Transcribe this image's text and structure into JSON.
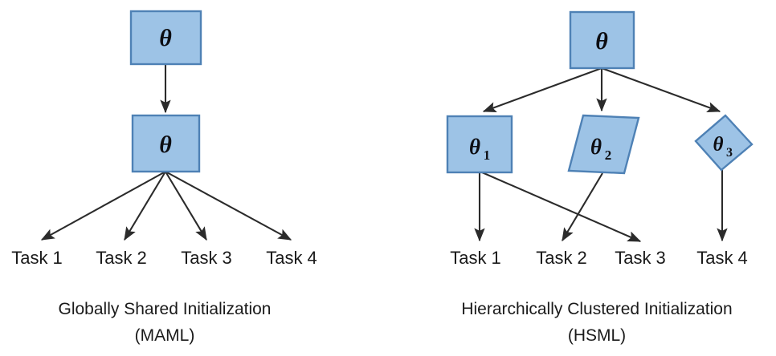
{
  "figure": {
    "background_color": "#ffffff",
    "node_fill": "#9DC3E6",
    "node_stroke": "#4E81B5",
    "edge_color": "#2b2b2b",
    "text_color": "#1a1a1a"
  },
  "panels": [
    {
      "id": "maml",
      "caption_line1": "Globally Shared Initialization",
      "caption_line2": "(MAML)",
      "nodes": [
        {
          "id": "theta-top",
          "label": "θ",
          "subscript": "",
          "shape": "rectangle"
        },
        {
          "id": "theta-mid",
          "label": "θ",
          "subscript": "",
          "shape": "rectangle"
        }
      ],
      "tasks": [
        "Task 1",
        "Task 2",
        "Task 3",
        "Task 4"
      ],
      "edges": [
        {
          "from": "theta-top",
          "to": "theta-mid"
        },
        {
          "from": "theta-mid",
          "to": "Task 1"
        },
        {
          "from": "theta-mid",
          "to": "Task 2"
        },
        {
          "from": "theta-mid",
          "to": "Task 3"
        },
        {
          "from": "theta-mid",
          "to": "Task 4"
        }
      ]
    },
    {
      "id": "hsml",
      "caption_line1": "Hierarchically Clustered Initialization",
      "caption_line2": "(HSML)",
      "nodes": [
        {
          "id": "theta-root",
          "label": "θ",
          "subscript": "",
          "shape": "rectangle"
        },
        {
          "id": "theta-1",
          "label": "θ",
          "subscript": "1",
          "shape": "rectangle"
        },
        {
          "id": "theta-2",
          "label": "θ",
          "subscript": "2",
          "shape": "parallelogram"
        },
        {
          "id": "theta-3",
          "label": "θ",
          "subscript": "3",
          "shape": "diamond"
        }
      ],
      "tasks": [
        "Task 1",
        "Task 2",
        "Task 3",
        "Task 4"
      ],
      "edges": [
        {
          "from": "theta-root",
          "to": "theta-1"
        },
        {
          "from": "theta-root",
          "to": "theta-2"
        },
        {
          "from": "theta-root",
          "to": "theta-3"
        },
        {
          "from": "theta-1",
          "to": "Task 1"
        },
        {
          "from": "theta-1",
          "to": "Task 3"
        },
        {
          "from": "theta-2",
          "to": "Task 2"
        },
        {
          "from": "theta-3",
          "to": "Task 4"
        }
      ]
    }
  ]
}
